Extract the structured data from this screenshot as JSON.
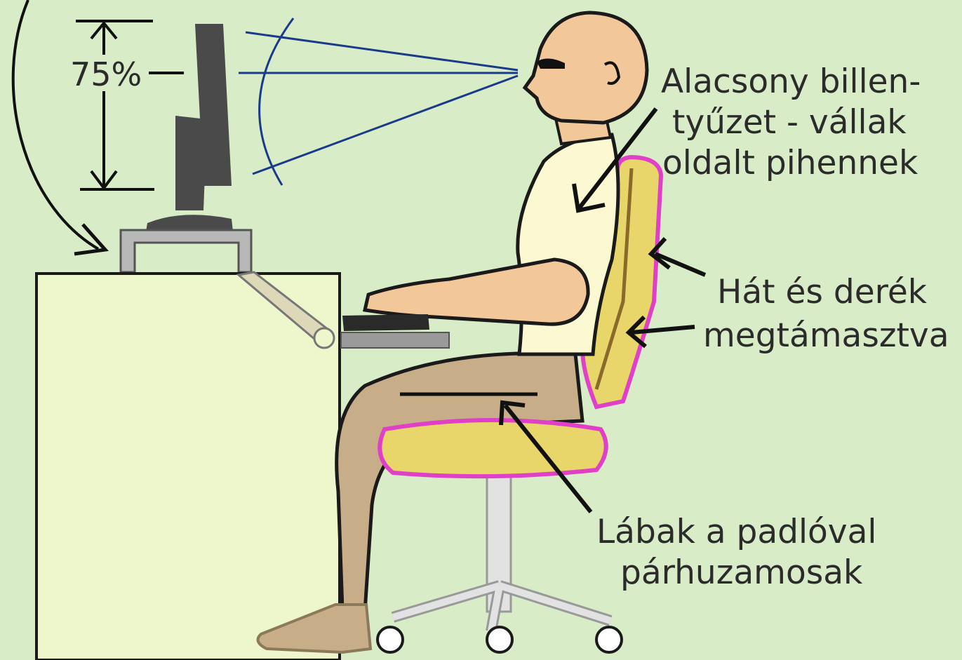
{
  "diagram": {
    "percent_label": "75%",
    "labels": {
      "keyboard": [
        "Alacsony billen-",
        "tyűzet - vállak",
        "oldalt pihennek"
      ],
      "back": [
        "Hát és derék",
        "megtámasztva"
      ],
      "legs": [
        "Lábak a padlóval",
        "párhuzamosak"
      ]
    },
    "colors": {
      "background": "#d8ecc8",
      "desk": "#eef6cc",
      "monitor": "#4a4a4a",
      "skin": "#f2c79a",
      "shirt": "#fbf8d2",
      "trousers": "#c8ae88",
      "chair_cushion": "#e8d66a",
      "chair_outline": "#e040c8",
      "sightline": "#1a3a8a"
    },
    "icons": [
      "monitor-icon",
      "keyboard-icon",
      "chair-icon",
      "person-figure"
    ]
  }
}
